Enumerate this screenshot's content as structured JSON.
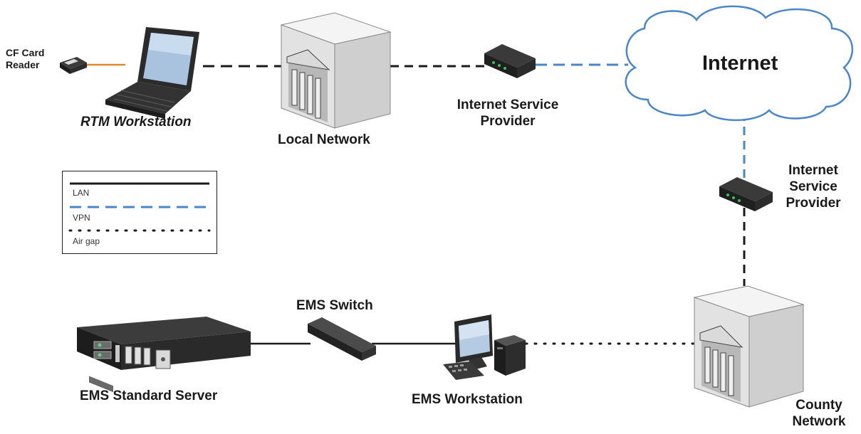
{
  "labels": {
    "cf_card_reader_line1": "CF Card",
    "cf_card_reader_line2": "Reader",
    "rtm_workstation": "RTM Workstation",
    "local_network": "Local Network",
    "isp_top_line1": "Internet Service",
    "isp_top_line2": "Provider",
    "internet": "Internet",
    "isp_right_line1": "Internet",
    "isp_right_line2": "Service",
    "isp_right_line3": "Provider",
    "ems_switch": "EMS Switch",
    "ems_standard_server": "EMS Standard Server",
    "ems_workstation": "EMS Workstation",
    "county_network_line1": "County",
    "county_network_line2": "Network"
  },
  "legend": {
    "items": [
      {
        "label": "LAN",
        "style": "solid"
      },
      {
        "label": "VPN",
        "style": "dashed"
      },
      {
        "label": "Air gap",
        "style": "dotted"
      }
    ]
  },
  "colors": {
    "lan_line": "#1a1a1a",
    "vpn_line": "#4a86c8",
    "usb_line": "#e08a2c",
    "cloud_stroke": "#4a86c8",
    "device_body": "#2a2a2a",
    "building": "#e6e6e6"
  }
}
